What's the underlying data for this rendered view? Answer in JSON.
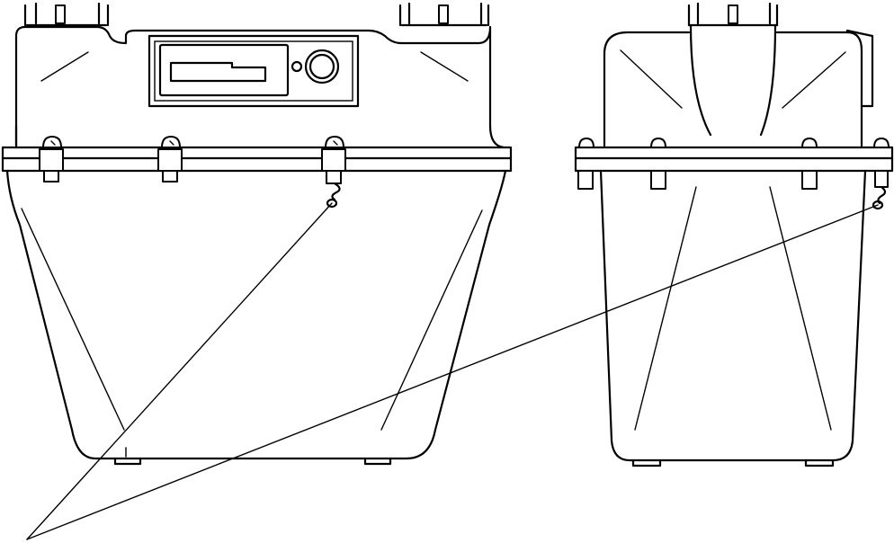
{
  "drawing": {
    "views": [
      {
        "name": "front-view",
        "components": [
          "outlet-pipe",
          "upper-housing",
          "index-window",
          "flange",
          "flange-bolts",
          "seal-wire",
          "lower-housing",
          "feet"
        ]
      },
      {
        "name": "side-view",
        "components": [
          "outlet-pipe",
          "upper-housing",
          "flange",
          "flange-bolts",
          "seal-wire",
          "lower-housing",
          "feet"
        ]
      }
    ],
    "leader_lines": 2,
    "colors": {
      "line": "#000000",
      "background": "#ffffff"
    }
  }
}
